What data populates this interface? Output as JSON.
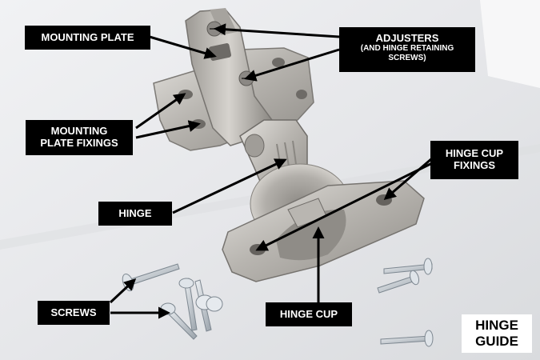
{
  "labels": {
    "mounting_plate": "MOUNTING PLATE",
    "adjusters": "ADJUSTERS",
    "adjusters_sub": "(AND HINGE RETAINING SCREWS)",
    "mounting_plate_fixings_line1": "MOUNTING",
    "mounting_plate_fixings_line2": "PLATE FIXINGS",
    "hinge_cup_fixings_line1": "HINGE CUP",
    "hinge_cup_fixings_line2": "FIXINGS",
    "hinge": "HINGE",
    "screws": "SCREWS",
    "hinge_cup": "HINGE CUP"
  },
  "guide": {
    "line1": "HINGE",
    "line2": "GUIDE"
  },
  "colors": {
    "label_bg": "#000000",
    "label_text": "#ffffff",
    "guide_bg": "#ffffff",
    "background": "#e9eaec"
  }
}
